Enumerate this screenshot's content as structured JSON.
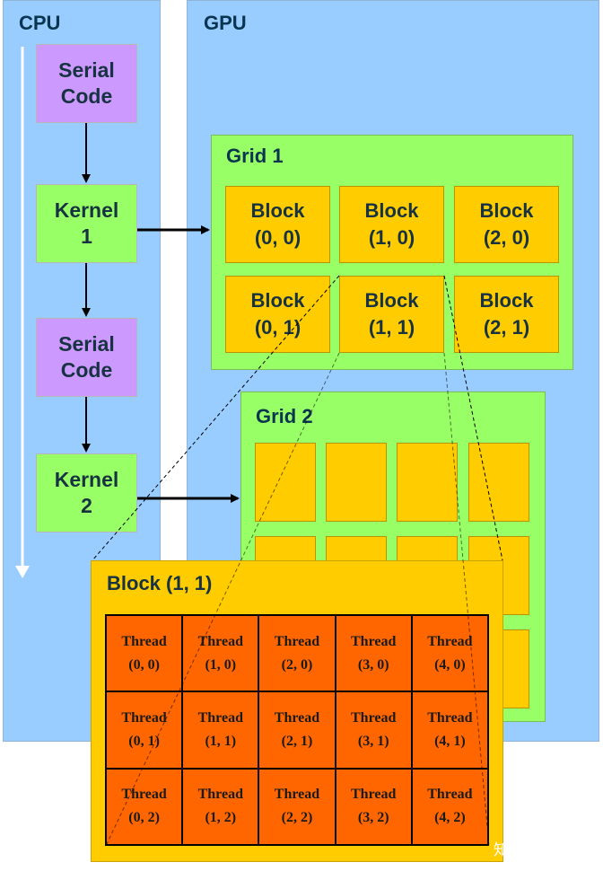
{
  "cpu": {
    "title": "CPU",
    "steps": [
      {
        "line1": "Serial",
        "line2": "Code"
      },
      {
        "line1": "Kernel",
        "line2": "1"
      },
      {
        "line1": "Serial",
        "line2": "Code"
      },
      {
        "line1": "Kernel",
        "line2": "2"
      }
    ]
  },
  "gpu": {
    "title": "GPU",
    "grid1": {
      "title": "Grid 1",
      "blocks": [
        {
          "line1": "Block",
          "line2": "(0, 0)"
        },
        {
          "line1": "Block",
          "line2": "(1, 0)"
        },
        {
          "line1": "Block",
          "line2": "(2, 0)"
        },
        {
          "line1": "Block",
          "line2": "(0, 1)"
        },
        {
          "line1": "Block",
          "line2": "(1, 1)"
        },
        {
          "line1": "Block",
          "line2": "(2, 1)"
        }
      ]
    },
    "grid2": {
      "title": "Grid 2"
    }
  },
  "block_detail": {
    "title": "Block (1, 1)",
    "threads": [
      {
        "line1": "Thread",
        "line2": "(0, 0)"
      },
      {
        "line1": "Thread",
        "line2": "(1, 0)"
      },
      {
        "line1": "Thread",
        "line2": "(2, 0)"
      },
      {
        "line1": "Thread",
        "line2": "(3, 0)"
      },
      {
        "line1": "Thread",
        "line2": "(4, 0)"
      },
      {
        "line1": "Thread",
        "line2": "(0, 1)"
      },
      {
        "line1": "Thread",
        "line2": "(1, 1)"
      },
      {
        "line1": "Thread",
        "line2": "(2, 1)"
      },
      {
        "line1": "Thread",
        "line2": "(3, 1)"
      },
      {
        "line1": "Thread",
        "line2": "(4, 1)"
      },
      {
        "line1": "Thread",
        "line2": "(0, 2)"
      },
      {
        "line1": "Thread",
        "line2": "(1, 2)"
      },
      {
        "line1": "Thread",
        "line2": "(2, 2)"
      },
      {
        "line1": "Thread",
        "line2": "(3, 2)"
      },
      {
        "line1": "Thread",
        "line2": "(4, 2)"
      }
    ]
  },
  "watermark": "知乎 @sazc",
  "colors": {
    "panel": "#99ccff",
    "serial": "#cc99ff",
    "kernel": "#99ff66",
    "block": "#ffcc00",
    "thread": "#ff6600"
  }
}
